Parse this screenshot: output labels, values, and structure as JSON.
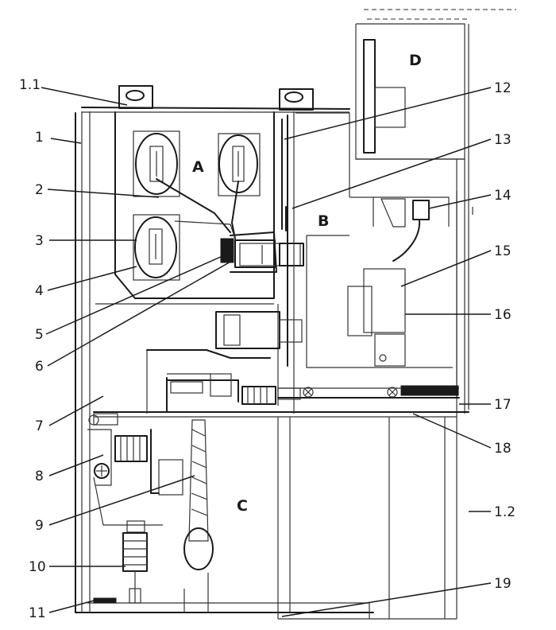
{
  "labels": {
    "l_1_1": "1.1",
    "l_1": "1",
    "l_2": "2",
    "l_3": "3",
    "l_4": "4",
    "l_5": "5",
    "l_6": "6",
    "l_7": "7",
    "l_8": "8",
    "l_9": "9",
    "l_10": "10",
    "l_11": "11",
    "l_12": "12",
    "l_13": "13",
    "l_14": "14",
    "l_15": "15",
    "l_16": "16",
    "l_17": "17",
    "l_18": "18",
    "l_1_2": "1.2",
    "l_19": "19"
  },
  "compartments": {
    "a": "A",
    "b": "B",
    "c": "C",
    "d": "D"
  }
}
